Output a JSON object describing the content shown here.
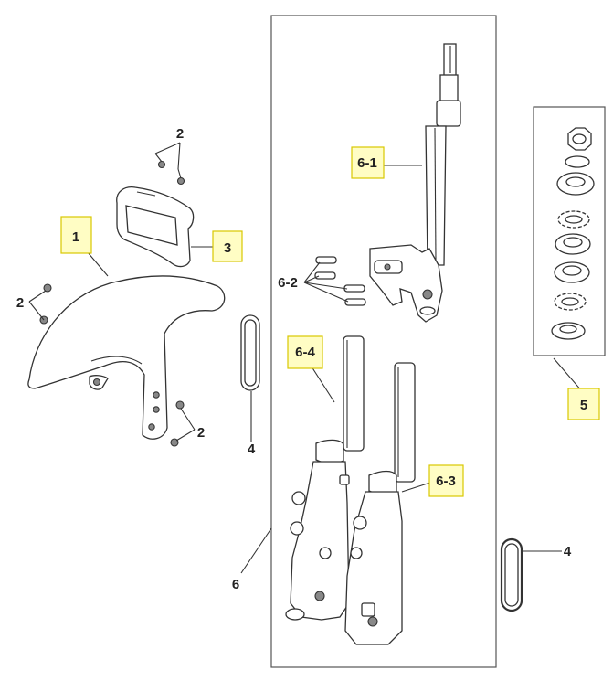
{
  "labels": {
    "fender": "1",
    "bolt_upper": "2",
    "bolt_left": "2",
    "bolt_right": "2",
    "bracket": "3",
    "ring_left": "4",
    "ring_right": "4",
    "bearing_kit": "5",
    "fork_assembly": "6",
    "steering_stem": "6-1",
    "stem_bolts": "6-2",
    "right_leg": "6-3",
    "left_leg": "6-4"
  },
  "colors": {
    "highlight_fill": "#fffdc4",
    "highlight_border": "#d9c800",
    "line": "#333333"
  }
}
